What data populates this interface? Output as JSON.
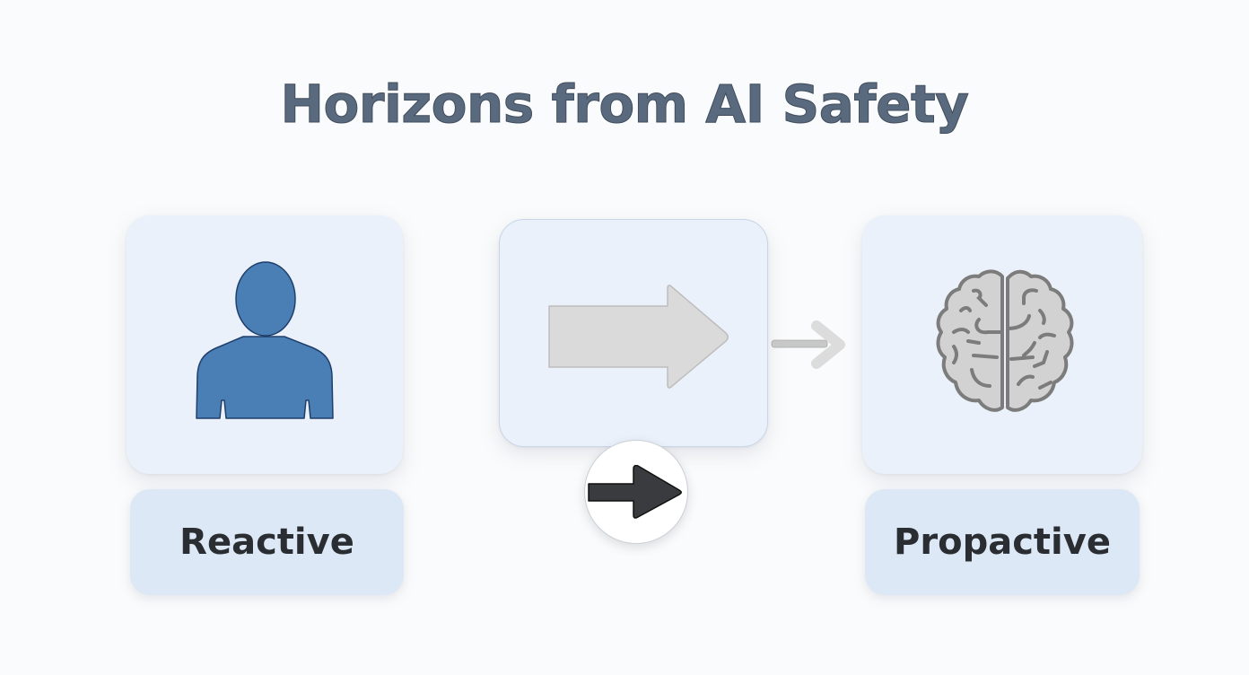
{
  "title": "Horizons from AI Safety",
  "stages": [
    {
      "id": "reactive",
      "label": "Reactive",
      "icon": "person-icon",
      "icon_color": "#4a7fb6"
    },
    {
      "id": "transition",
      "icon": "arrow-right-icon",
      "icon_color": "#d9d9d9"
    },
    {
      "id": "proactive",
      "label": "Propactive",
      "icon": "brain-icon",
      "icon_color": "#c9c9c9"
    }
  ],
  "connectors": [
    {
      "from": "transition",
      "to": "proactive",
      "icon": "thin-arrow-right-icon"
    },
    {
      "position": "below-transition",
      "icon": "dark-arrow-right-icon"
    }
  ],
  "colors": {
    "title": "#5a6a7e",
    "card_bg": "#ebf1fa",
    "label_bg": "#dce8f5",
    "label_text": "#2a2d31",
    "person": "#4a7fb6",
    "dark_arrow": "#3a3b3e"
  }
}
